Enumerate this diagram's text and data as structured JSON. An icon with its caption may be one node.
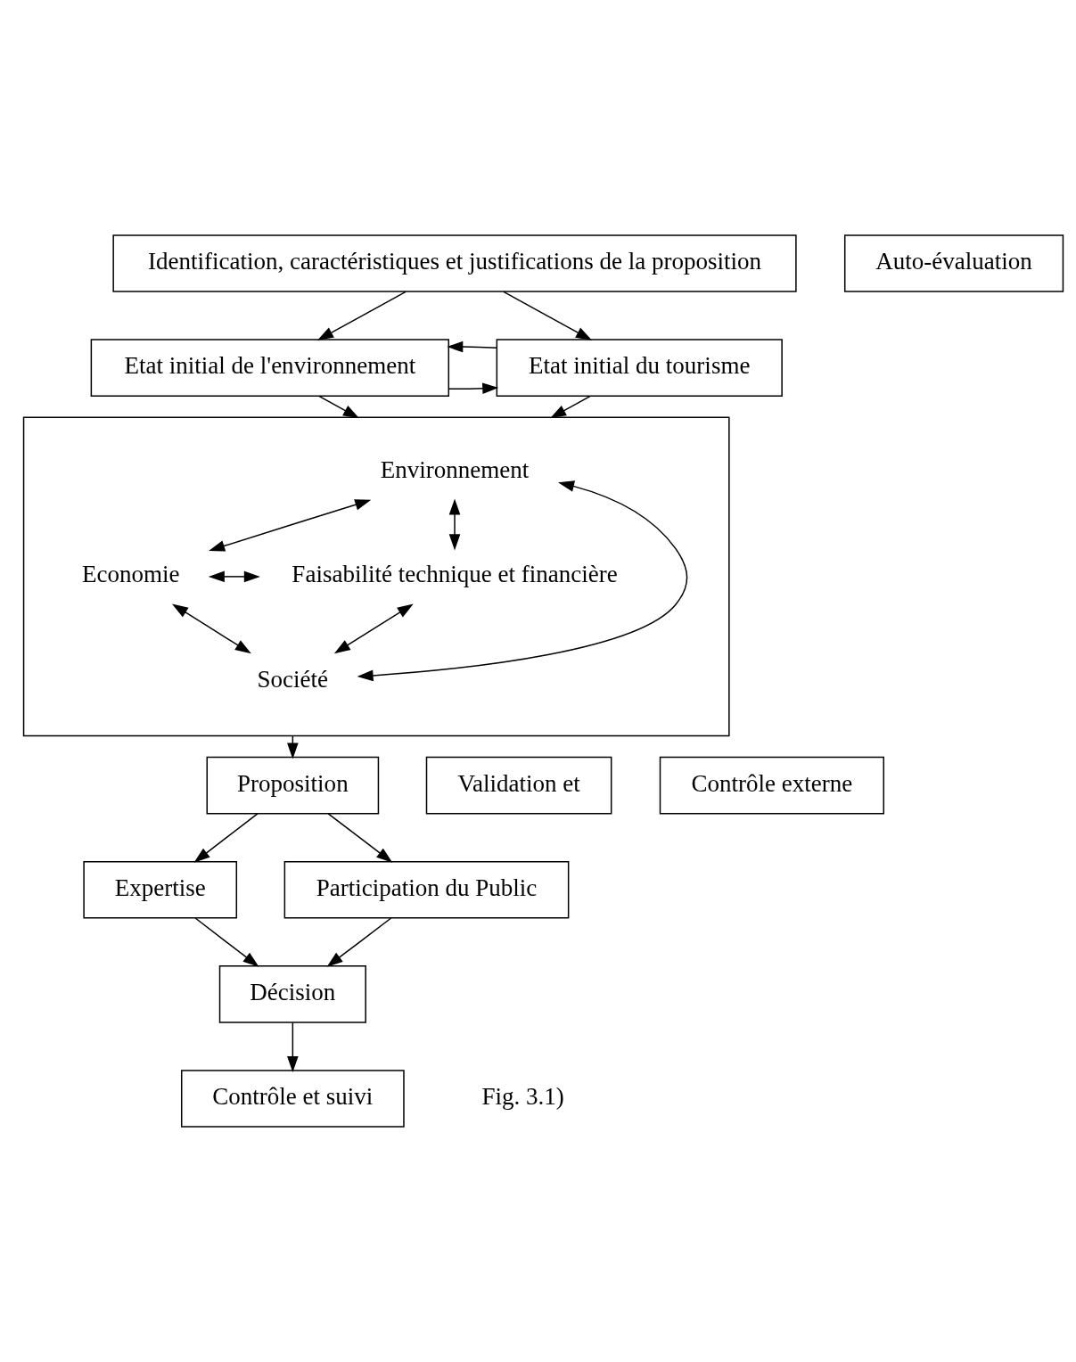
{
  "diagram": {
    "nodes": [
      {
        "text": [
          "Identification, caractéristiques et justifications de la proposition"
        ]
      },
      {
        "text": [
          "Etat initial de l'environnement"
        ]
      },
      {
        "text": [
          "Etat initial du tourisme"
        ]
      },
      {
        "text": [],
        "shape": "box"
      },
      {
        "text": [
          "Environnement"
        ],
        "in": 3
      },
      {
        "text": [
          "Economie"
        ],
        "in": 3
      },
      {
        "text": [
          "Faisabilité technique et financière"
        ],
        "in": 3
      },
      {
        "text": [
          "Société"
        ],
        "in": 3
      },
      {
        "text": [
          "Proposition"
        ]
      },
      {
        "text": [
          "Expertise"
        ]
      },
      {
        "text": [
          "Participation du Public"
        ]
      },
      {
        "text": [
          "Décision"
        ]
      },
      {
        "text": [
          "Contrôle et suivi"
        ]
      },
      {
        "text": [
          "Auto-évaluation"
        ]
      },
      {
        "text": [
          "Validation et"
        ]
      },
      {
        "text": [
          "Contrôle externe"
        ]
      }
    ],
    "edges": [
      {
        "from": 0,
        "to": 1,
        "arrow": "to"
      },
      {
        "from": 0,
        "to": 2,
        "arrow": "to"
      },
      {
        "from": 1,
        "to": 2,
        "arrow": "to"
      },
      {
        "from": 2,
        "to": 1,
        "arrow": "to"
      },
      {
        "from": 1,
        "to": 3,
        "arrow": "to"
      },
      {
        "from": 2,
        "to": 3,
        "arrow": "to"
      },
      {
        "from": 4,
        "to": 5,
        "arrow": "both"
      },
      {
        "from": 4,
        "to": 6,
        "arrow": "both"
      },
      {
        "from": 4,
        "to": 7,
        "arrow": "both"
      },
      {
        "from": 5,
        "to": 6,
        "arrow": "both"
      },
      {
        "from": 5,
        "to": 7,
        "arrow": "both"
      },
      {
        "from": 7,
        "to": 6,
        "arrow": "both"
      },
      {
        "from": 3,
        "to": 8,
        "arrow": "to"
      },
      {
        "from": 8,
        "to": 9,
        "arrow": "to"
      },
      {
        "from": 8,
        "to": 10,
        "arrow": "to"
      },
      {
        "from": 9,
        "to": 11,
        "arrow": "to"
      },
      {
        "from": 10,
        "to": 11,
        "arrow": "to"
      },
      {
        "from": 11,
        "to": 12,
        "arrow": "to"
      }
    ],
    "labels": [
      "Fig. 3.1)"
    ]
  }
}
